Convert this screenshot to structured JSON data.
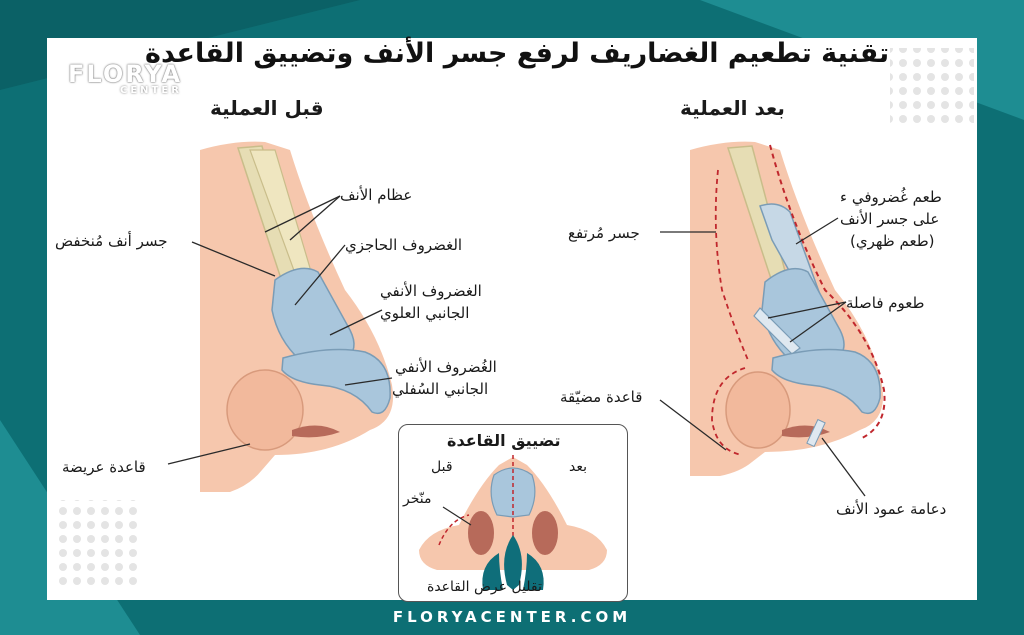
{
  "title": "تقنية تطعيم الغضاريف لرفع جسر الأنف وتضييق القاعدة",
  "brand": {
    "name": "FLORYA",
    "sub": "CENTER",
    "website": "FLORYACENTER.COM"
  },
  "before": {
    "heading": "قبل العملية",
    "labels": {
      "nasal_bones": "عظام الأنف",
      "septal_cartilage": "الغضروف الحاجزي",
      "upper_lateral_1": "الغضروف الأنفي",
      "upper_lateral_2": "الجانبي العلوي",
      "lower_lateral_1": "الغُضروف الأنفي",
      "lower_lateral_2": "الجانبي السُفلي",
      "depressed_bridge": "جسر أنف مُنخفض",
      "wide_base": "قاعدة عريضة"
    }
  },
  "after": {
    "heading": "بعد العملية",
    "labels": {
      "raised_bridge": "جسر مُرتفع",
      "dorsal_graft_1": "طعم غُضروفي ء",
      "dorsal_graft_2": "على جسر الأنف",
      "dorsal_graft_3": "(طعم ظهري)",
      "spreader_grafts": "طعوم فاصلة",
      "narrowed_base": "قاعدة مضيّقة",
      "columellar_strut": "دعامة عمود الأنف"
    }
  },
  "inset": {
    "title": "تضييق القاعدة",
    "before": "قبل",
    "after": "بعد",
    "nostril": "منّخر",
    "reduction": "تقليل عرض القاعدة"
  },
  "colors": {
    "frame": "#0d6f74",
    "skin": "#f6c7ad",
    "skin_dark": "#eaa98a",
    "bone": "#e6ddb4",
    "cartilage": "#a9c6dc",
    "graft": "#c6d8e6",
    "dashed": "#c0272d",
    "logo_teal": "#0f6e7a"
  }
}
